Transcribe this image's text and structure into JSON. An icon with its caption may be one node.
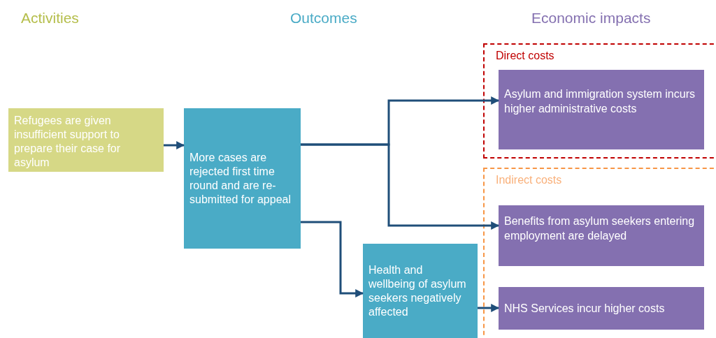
{
  "diagram": {
    "nodes": [
      {
        "text": [
          "Refugees are given insufficient support to prepare their case for asylum"
        ]
      },
      {
        "text": [
          "More cases are rejected first time round and are re-submitted for appeal"
        ]
      },
      {
        "text": [
          "Health and wellbeing of asylum seekers negatively affected"
        ]
      },
      {
        "text": [
          "Direct costs"
        ]
      },
      {
        "text": [
          "Asylum and immigration system incurs higher administrative costs"
        ],
        "in": 3
      },
      {
        "text": [
          "Indirect costs"
        ]
      },
      {
        "text": [
          "Benefits from asylum seekers entering employment are delayed"
        ],
        "in": 5
      },
      {
        "text": [
          "NHS Services incur higher costs"
        ],
        "in": 5
      }
    ],
    "edges": [
      {
        "from": 0,
        "to": 1,
        "arrow": "to"
      },
      {
        "from": 1,
        "to": 4,
        "arrow": "to"
      },
      {
        "from": 1,
        "to": 6,
        "arrow": "to"
      },
      {
        "from": 1,
        "to": 2,
        "arrow": "to"
      },
      {
        "from": 2,
        "to": 7,
        "arrow": "to"
      }
    ],
    "labels": [
      "Activities",
      "Outcomes",
      "Economic impacts"
    ]
  }
}
